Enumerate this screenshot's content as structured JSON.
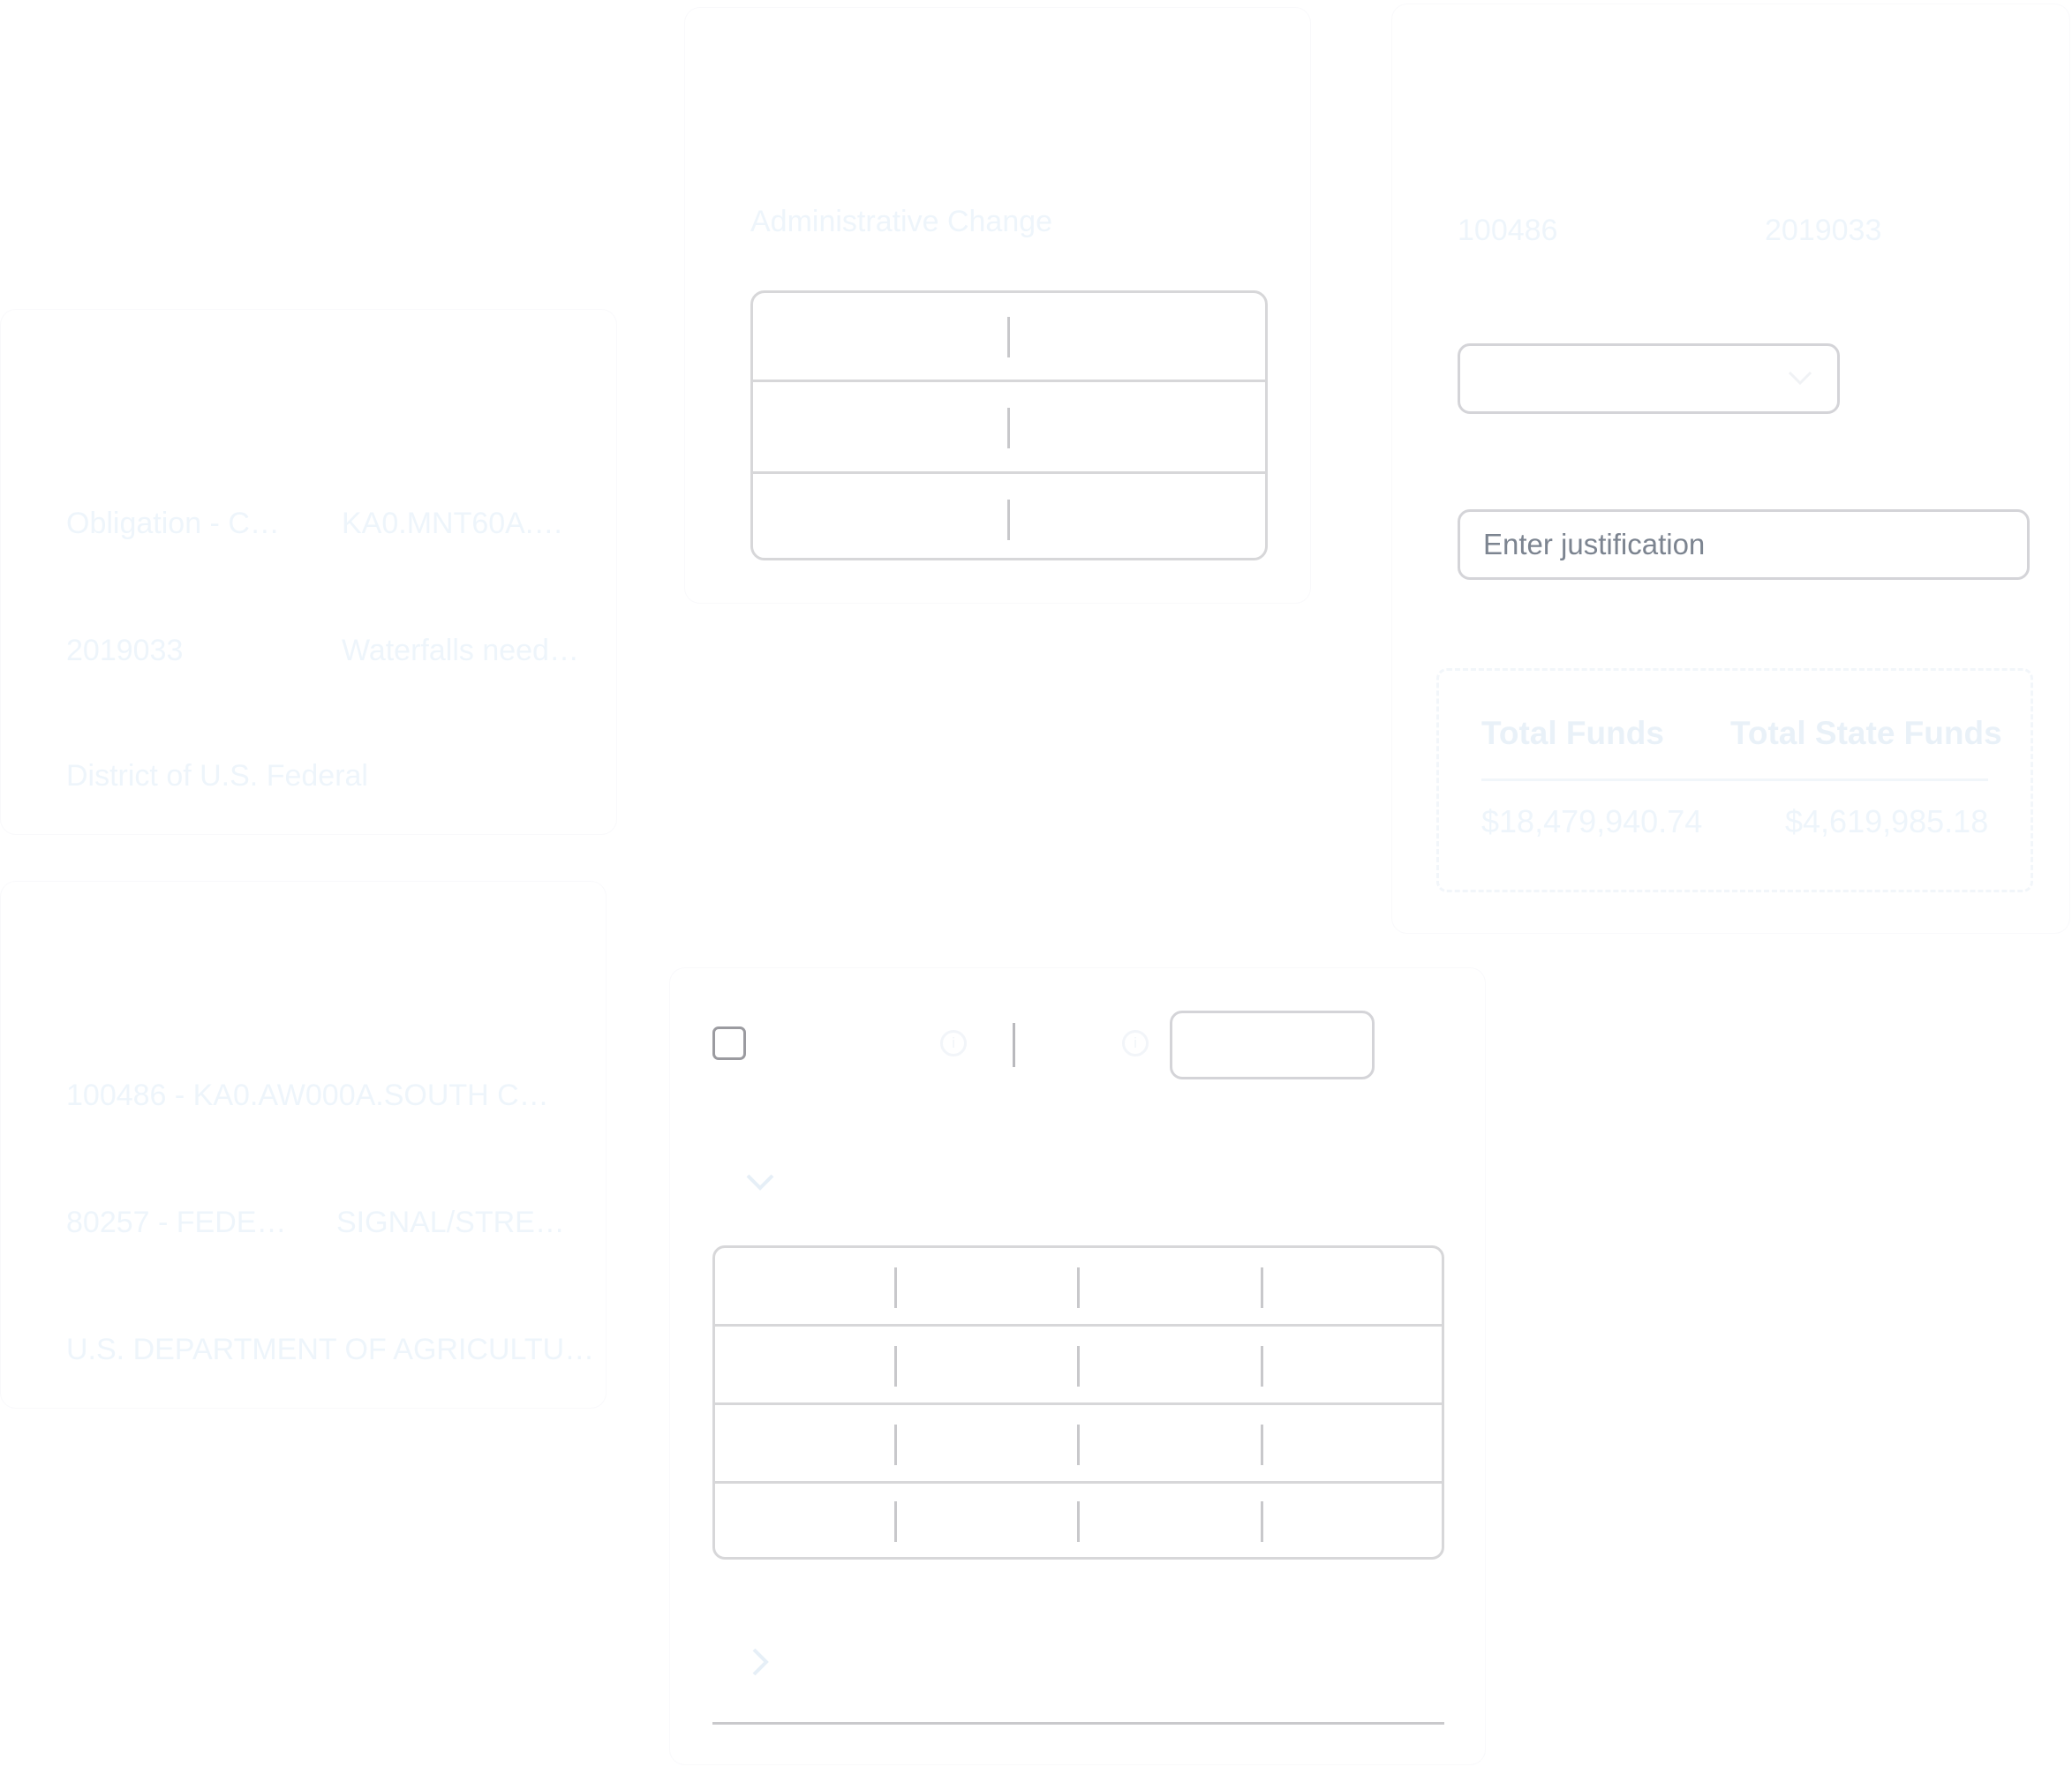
{
  "left_card_1": {
    "rows": [
      [
        "Obligation - Co…",
        "KA0.MNT60A.ST…"
      ],
      [
        "2019033",
        "Waterfalls need…"
      ],
      [
        "District of U.S. Federal"
      ]
    ]
  },
  "left_card_2": {
    "project_account": "100486 - KA0.AW000A.SOUTH CAPIT…",
    "rows": [
      [
        "80257 - FEDERA…",
        "SIGNAL/STREE…"
      ]
    ],
    "agency": "U.S. DEPARTMENT OF AGRICULTURE"
  },
  "middle_card": {
    "title": "Administrative Change"
  },
  "right_card": {
    "project_id": "100486",
    "fiscal_id": "2019033",
    "select_value": "",
    "justification": {
      "placeholder": "Enter justification",
      "value": ""
    },
    "totals": {
      "headers": [
        "Total Funds",
        "Total State Funds"
      ],
      "values": [
        "$18,479,940.74",
        "$4,619,985.18"
      ]
    }
  },
  "bottom_card": {
    "amount_input": "",
    "icons": [
      "info-icon",
      "info-icon",
      "chevron-down-icon",
      "chevron-right-icon"
    ]
  }
}
